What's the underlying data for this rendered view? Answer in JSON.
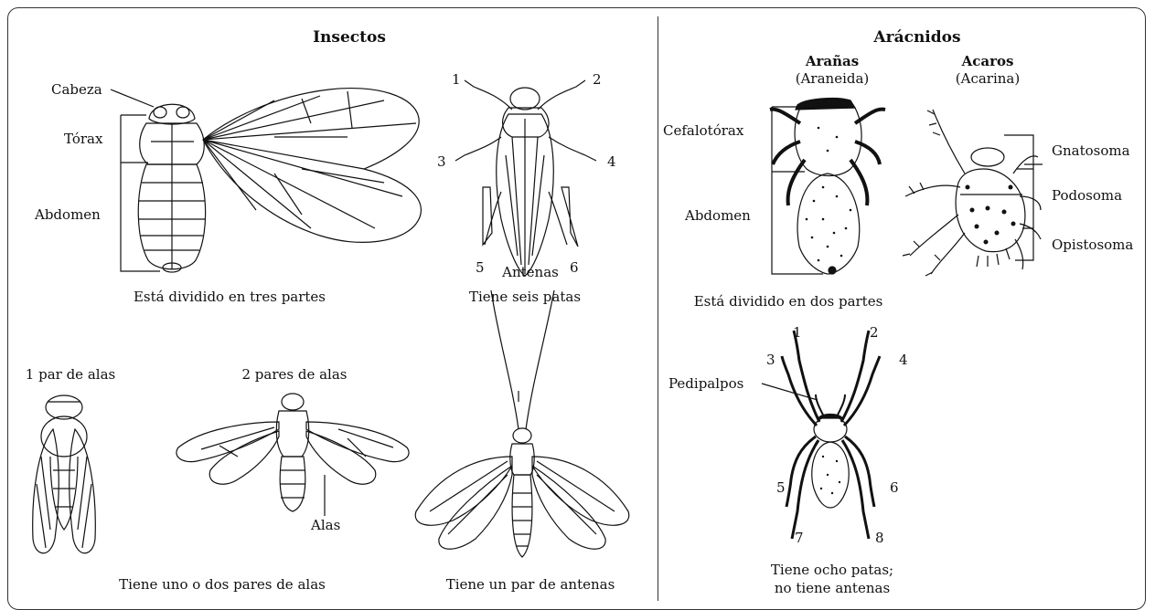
{
  "insectos": {
    "title": "Insectos",
    "body_labels": {
      "cabeza": "Cabeza",
      "torax": "Tórax",
      "abdomen": "Abdomen"
    },
    "caption_body": "Está dividido en tres partes",
    "leg_numbers": [
      "1",
      "2",
      "3",
      "4",
      "5",
      "6"
    ],
    "caption_legs": "Tiene seis patas",
    "wings_one": "1 par de alas",
    "wings_two": "2 pares de alas",
    "wings_label": "Alas",
    "caption_wings": "Tiene uno o dos pares de alas",
    "antennae_label": "Antenas",
    "caption_antennae": "Tiene un par de antenas"
  },
  "aracnidos": {
    "title": "Arácnidos",
    "aranas": {
      "name": "Arañas",
      "latin": "(Araneida)"
    },
    "acaros": {
      "name": "Acaros",
      "latin": "(Acarina)"
    },
    "spider_labels": {
      "cefalotorax": "Cefalotórax",
      "abdomen": "Abdomen"
    },
    "mite_labels": {
      "gnatosoma": "Gnatosoma",
      "podosoma": "Podosoma",
      "opistosoma": "Opistosoma"
    },
    "caption_body": "Está dividido en dos partes",
    "pedipalpos": "Pedipalpos",
    "leg_numbers": [
      "1",
      "2",
      "3",
      "4",
      "5",
      "6",
      "7",
      "8"
    ],
    "caption_legs_1": "Tiene ocho patas;",
    "caption_legs_2": "no tiene antenas"
  }
}
